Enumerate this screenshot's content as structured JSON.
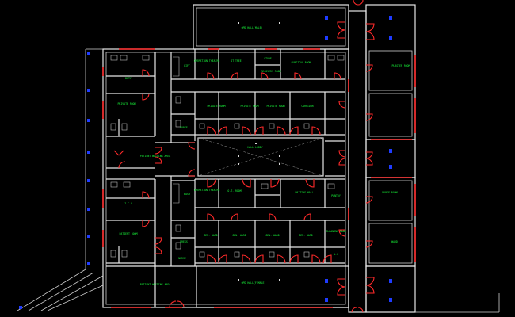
{
  "colors": {
    "background": "#000000",
    "walls": "#e6e6e6",
    "doors_windows": "#ff2a2a",
    "labels": "#19ff3c",
    "markers": "#1f3cff"
  },
  "rooms": {
    "top_wing": "OPD HALL(MALE)",
    "bottom_wing": "OPD HALL(FEMALE)",
    "hall": "HALL LOBBY",
    "ops_top": "OPERATION THEATRE",
    "ops_top_2": "OT TREE",
    "store": "STORE",
    "recovery": "RECOVERY ROOM",
    "surgical_top": "SURGICAL ROOM",
    "private_top_a": "PRIVATE ROOM",
    "private_top_b": "PRIVATE ROOM",
    "private_top_c": "PRIVATE ROOM",
    "corridor_top": "CORRIDOR",
    "private_left": "PRIVATE ROOM",
    "duty": "DUTY",
    "nurse_top": "NURSE",
    "upper_corridor": "PATIENT WAITING AREA",
    "icu": "I.C.U",
    "wash": "WASH",
    "ops_bottom": "OPERATION THEATRE",
    "ot_bottom": "O.T. ROOM",
    "waiting": "WAITING HALL",
    "pantry": "PANTRY",
    "ward_left": "PATIENT ROOM",
    "dress": "DRESS",
    "nurse_station": "NURSE",
    "gen_a": "GEN. WARD",
    "gen_b": "GEN. WARD",
    "gen_c": "GEN. WARD",
    "gen_d": "GEN. WARD",
    "cleaning": "CLEANING ROOM",
    "wc": "W.C",
    "lower_corridor": "PATIENT WAITING AREA",
    "rt_top": "PLASTER ROOM",
    "rt_mid": "NURSE ROOM",
    "rt_low": "WARD",
    "lift": "LIFT"
  }
}
